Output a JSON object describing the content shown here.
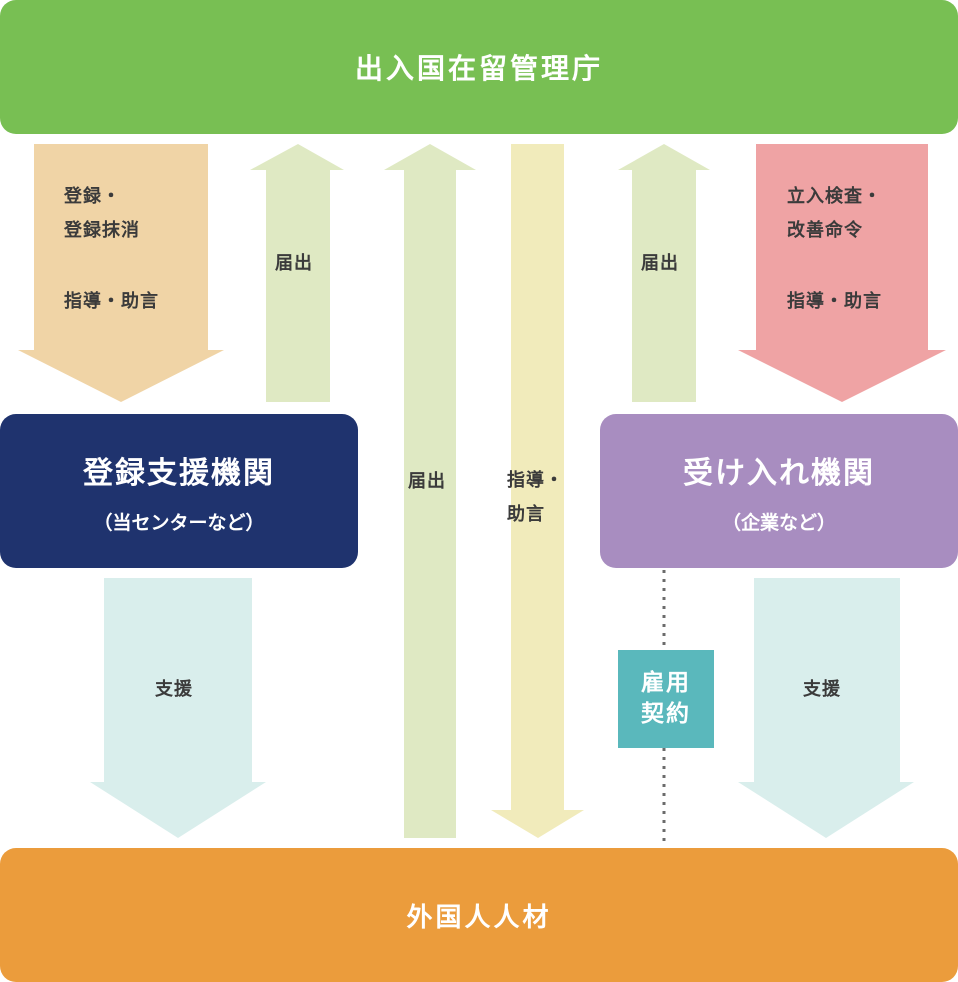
{
  "top_box": "出入国在留管理庁",
  "bottom_box": "外国人人材",
  "registration_org": {
    "title": "登録支援機関",
    "subtitle": "（当センターなど）"
  },
  "accepting_org": {
    "title": "受け入れ機関",
    "subtitle": "（企業など）"
  },
  "contract_label": "雇用\n契約",
  "arrows": {
    "reg_down_line1": "登録・\n登録抹消",
    "reg_down_line2": "指導・助言",
    "reg_up": "届出",
    "long_up": "届出",
    "long_down": "指導・\n助言",
    "accept_up": "届出",
    "accept_down_line1": "立入検査・\n改善命令",
    "accept_down_line2": "指導・助言",
    "support_left": "支援",
    "support_right": "支援"
  },
  "colors": {
    "top": "#78bf53",
    "bottom": "#eb9c3c",
    "registration": "#1f336e",
    "accepting": "#a88dc0",
    "contract": "#5ab8bc",
    "arrow_peach": "#f0d4a6",
    "arrow_green": "#dfe9c3",
    "arrow_yellow": "#f1ebbb",
    "arrow_pink": "#efa3a4",
    "arrow_mint": "#d9eeec"
  }
}
